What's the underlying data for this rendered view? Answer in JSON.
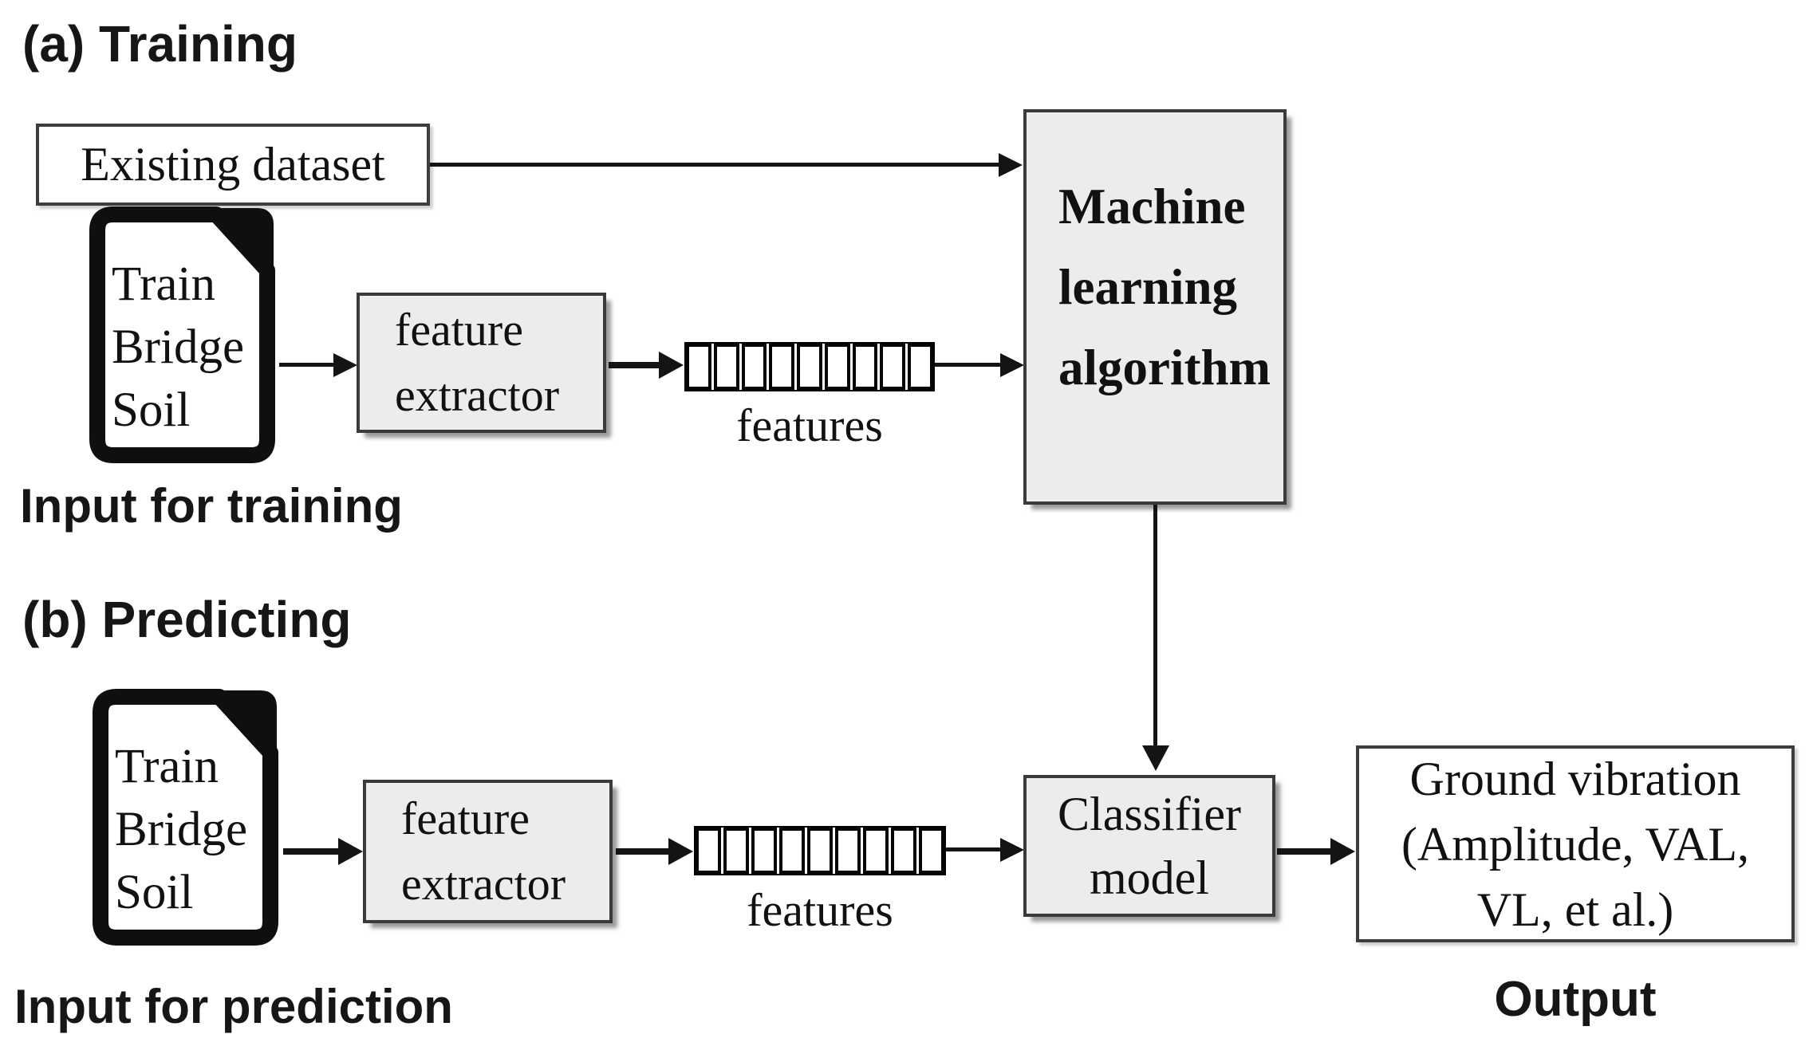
{
  "colors": {
    "background": "#ffffff",
    "box_gray_fill": "#ececec",
    "box_border": "#3a3a3a",
    "arrow": "#141414",
    "text": "#111111"
  },
  "a": {
    "heading": "(a) Training",
    "dataset_box_label": "Existing dataset",
    "doc_lines": [
      "Train",
      "Bridge",
      "Soil"
    ],
    "input_caption": "Input for training",
    "extractor_lines": [
      "feature",
      "extractor"
    ],
    "features_label": "features",
    "feature_cell_count": 9,
    "ml_lines": [
      "Machine",
      "learning",
      "algorithm"
    ]
  },
  "b": {
    "heading": "(b) Predicting",
    "doc_lines": [
      "Train",
      "Bridge",
      "Soil"
    ],
    "input_caption": "Input for prediction",
    "extractor_lines": [
      "feature",
      "extractor"
    ],
    "features_label": "features",
    "feature_cell_count": 9,
    "classifier_lines": [
      "Classifier",
      "model"
    ],
    "output_lines": [
      "Ground vibration",
      "(Amplitude, VAL,",
      "VL, et al.)"
    ],
    "output_caption": "Output"
  }
}
